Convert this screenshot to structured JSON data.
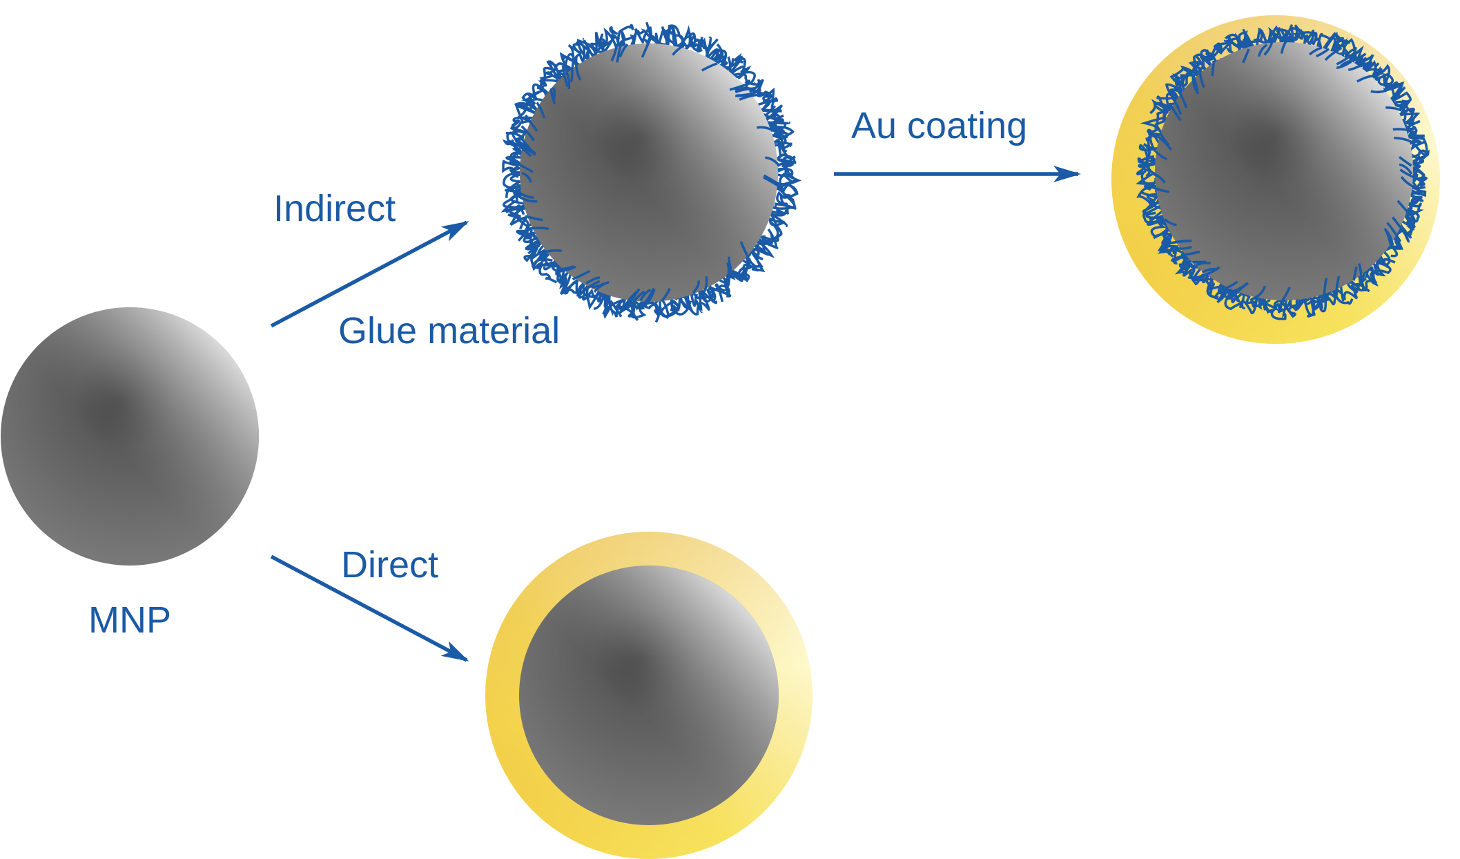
{
  "colors": {
    "accent": "#1a5aa6",
    "gold_light": "#fffee0",
    "gold_mid": "#f5db58",
    "gold_deep": "#e9b94f",
    "core_dark": "#3f3f3f",
    "core_light": "#f7f7f7"
  },
  "labels": {
    "mnp": "MNP",
    "indirect": "Indirect",
    "direct": "Direct",
    "glue_material": "Glue material",
    "au_coating": "Au coating"
  }
}
